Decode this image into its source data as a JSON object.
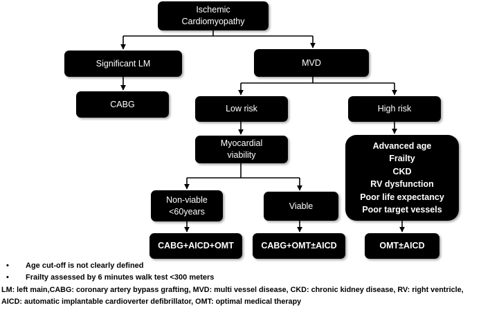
{
  "nodes": {
    "ischemic": [
      "Ischemic",
      "Cardiomyopathy"
    ],
    "significant_lm": [
      "Significant LM"
    ],
    "mvd": [
      "MVD"
    ],
    "cabg": [
      "CABG"
    ],
    "low_risk": [
      "Low risk"
    ],
    "high_risk": [
      "High risk"
    ],
    "myocardial_viability": [
      "Myocardial",
      "viability"
    ],
    "high_risk_factors": [
      "Advanced age",
      "Frailty",
      "CKD",
      "RV dysfunction",
      "Poor life expectancy",
      "Poor target vessels"
    ],
    "non_viable": [
      "Non-viable",
      "<60years"
    ],
    "viable": [
      "Viable"
    ],
    "cabg_aicd_omt": [
      "CABG+AICD+OMT"
    ],
    "cabg_omt_aicd": [
      "CABG+OMT±AICD"
    ],
    "omt_aicd": [
      "OMT±AICD"
    ]
  },
  "notes": {
    "bullet_symbol": "•",
    "bullets": [
      "Age cut-off is not clearly defined",
      "Frailty assessed by 6 minutes walk test <300 meters"
    ],
    "abbreviations": [
      "LM: left main,CABG: coronary artery bypass grafting, MVD: multi vessel disease, CKD: chronic kidney disease, RV: right ventricle,",
      "AICD: automatic implantable cardioverter defibrillator, OMT: optimal medical therapy"
    ]
  }
}
